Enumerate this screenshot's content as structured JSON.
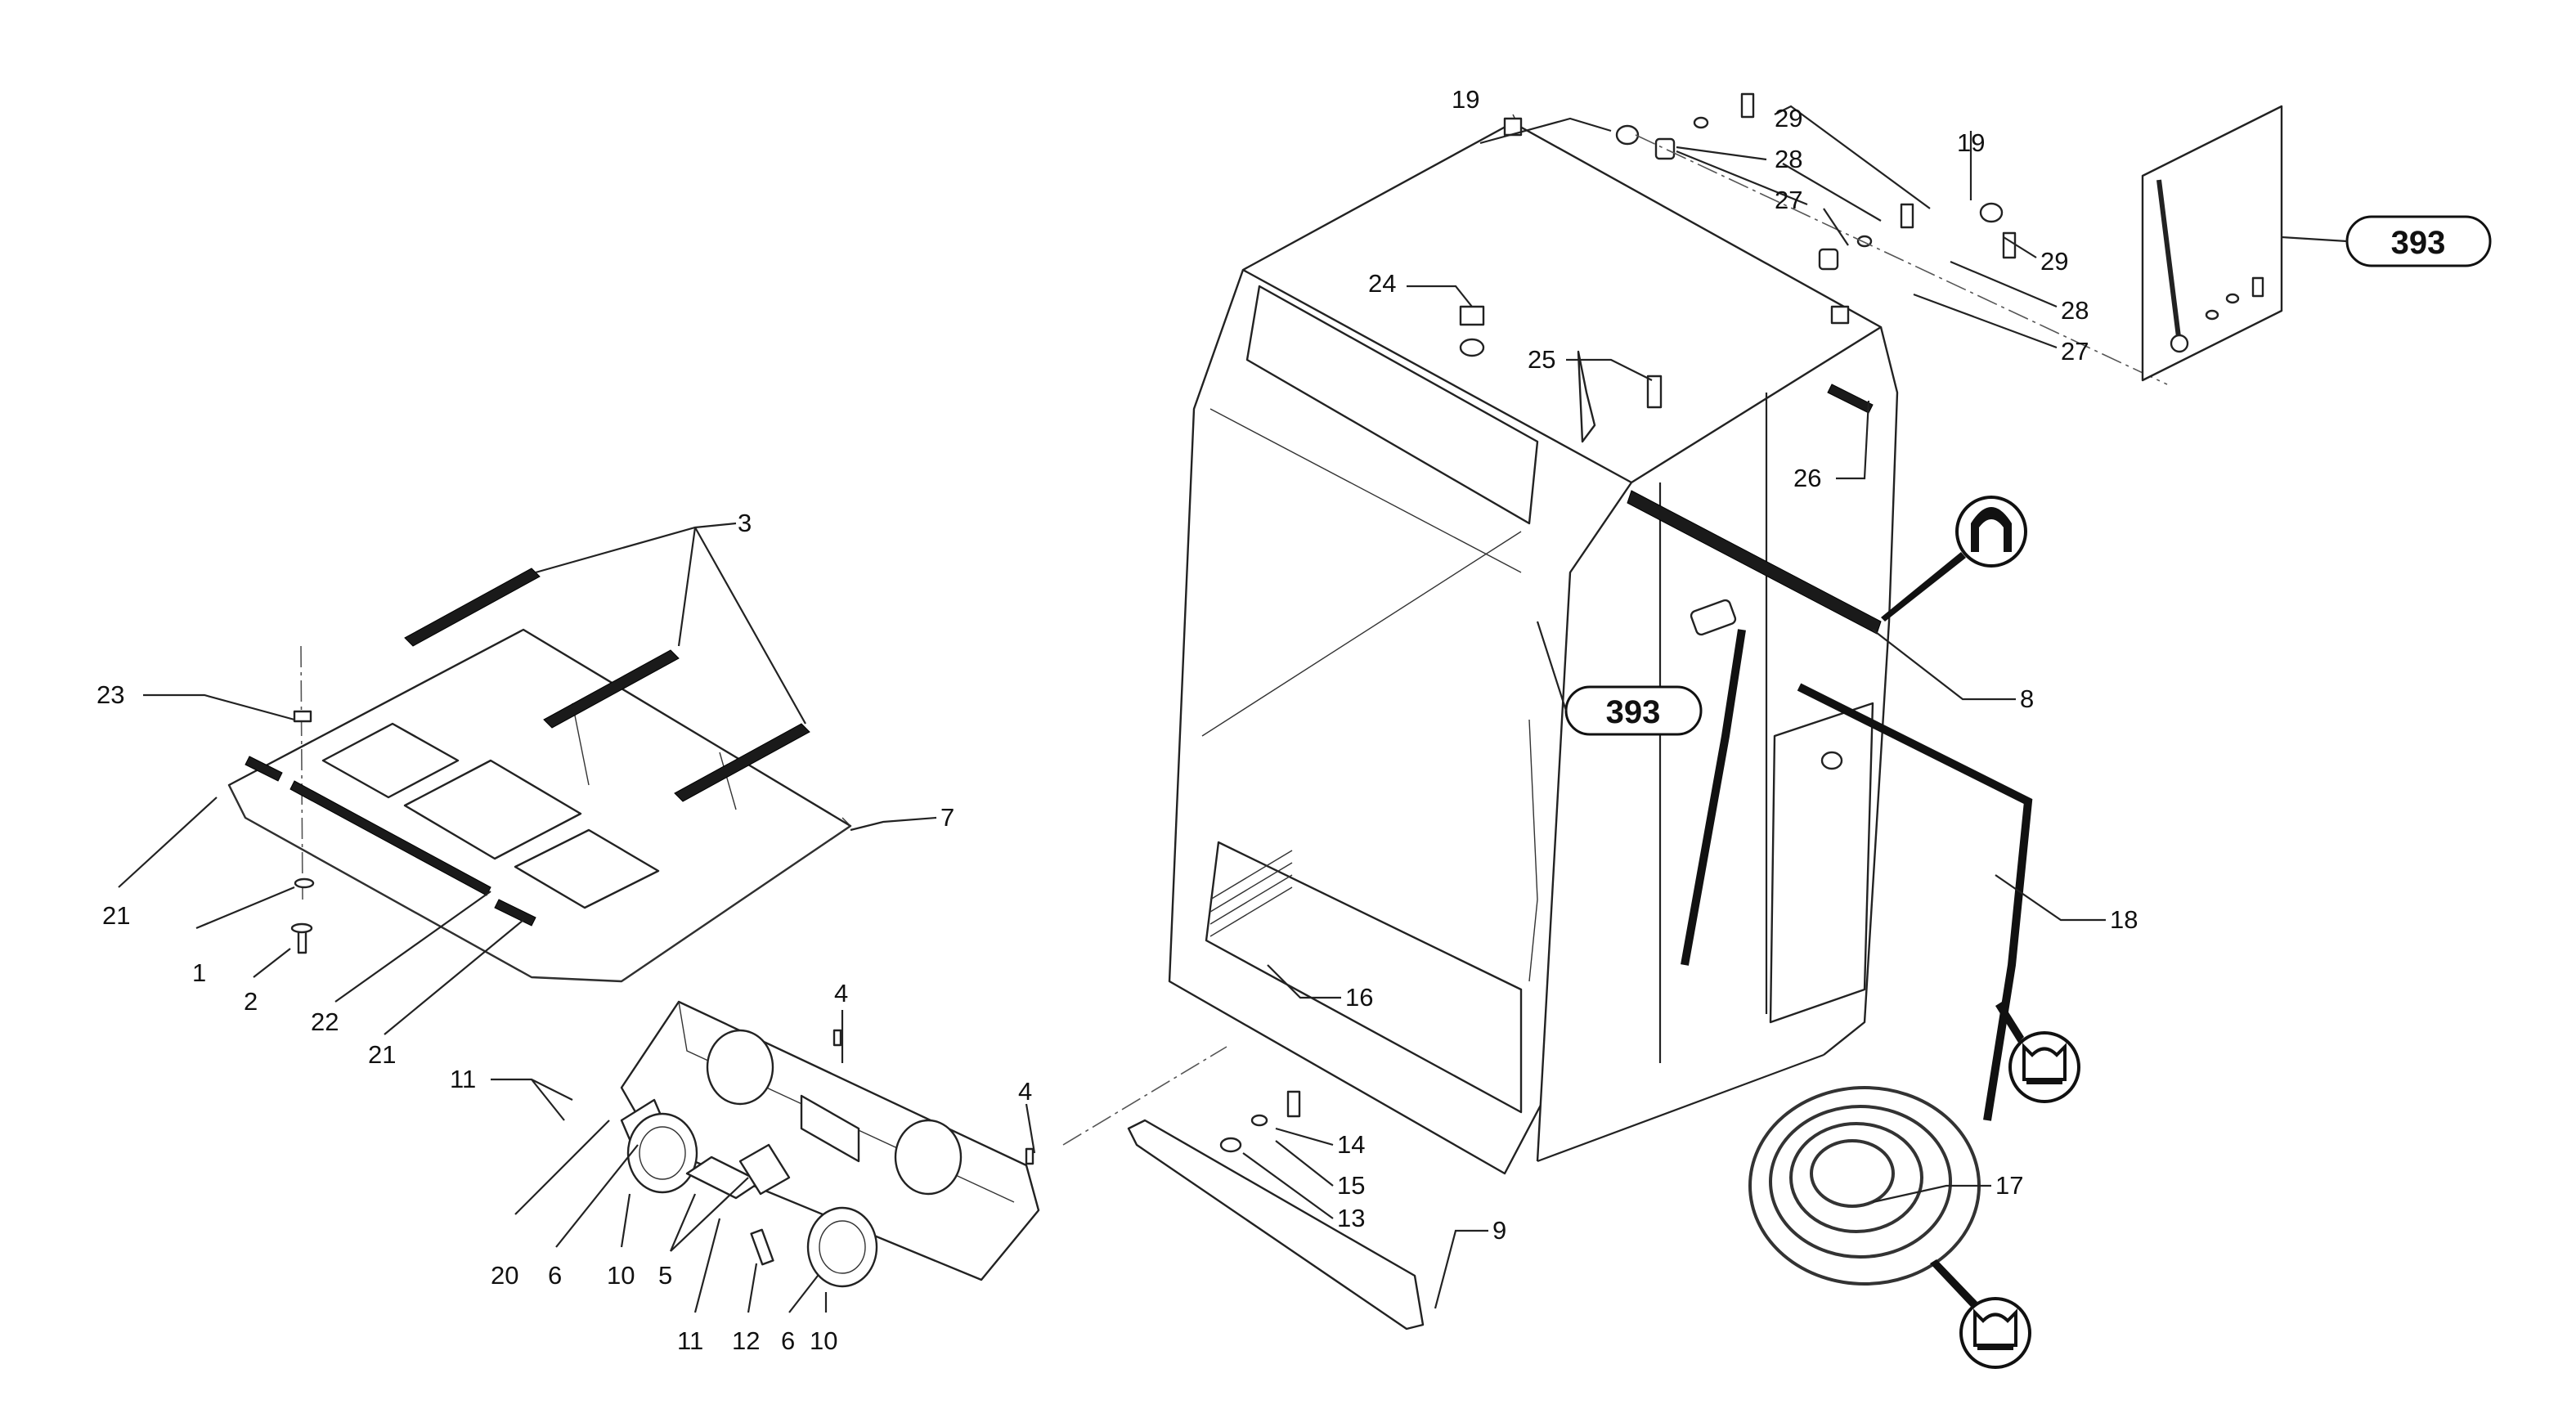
{
  "labels": {
    "l1": "1",
    "l2": "2",
    "l3": "3",
    "l4a": "4",
    "l4b": "4",
    "l5": "5",
    "l6a": "6",
    "l6b": "6",
    "l7": "7",
    "l8": "8",
    "l9": "9",
    "l10a": "10",
    "l10b": "10",
    "l11a": "11",
    "l11b": "11",
    "l12": "12",
    "l13": "13",
    "l14": "14",
    "l15": "15",
    "l16": "16",
    "l17": "17",
    "l18": "18",
    "l19a": "19",
    "l19b": "19",
    "l20": "20",
    "l21a": "21",
    "l21b": "21",
    "l22": "22",
    "l23": "23",
    "l24": "24",
    "l25": "25",
    "l26": "26",
    "l27a": "27",
    "l27b": "27",
    "l28a": "28",
    "l28b": "28",
    "l29a": "29",
    "l29b": "29"
  },
  "references": {
    "ref_mid": "393",
    "ref_right": "393"
  },
  "icons": [
    "seal-profile-icon",
    "seal-clip-icon",
    "seal-clip-icon"
  ]
}
